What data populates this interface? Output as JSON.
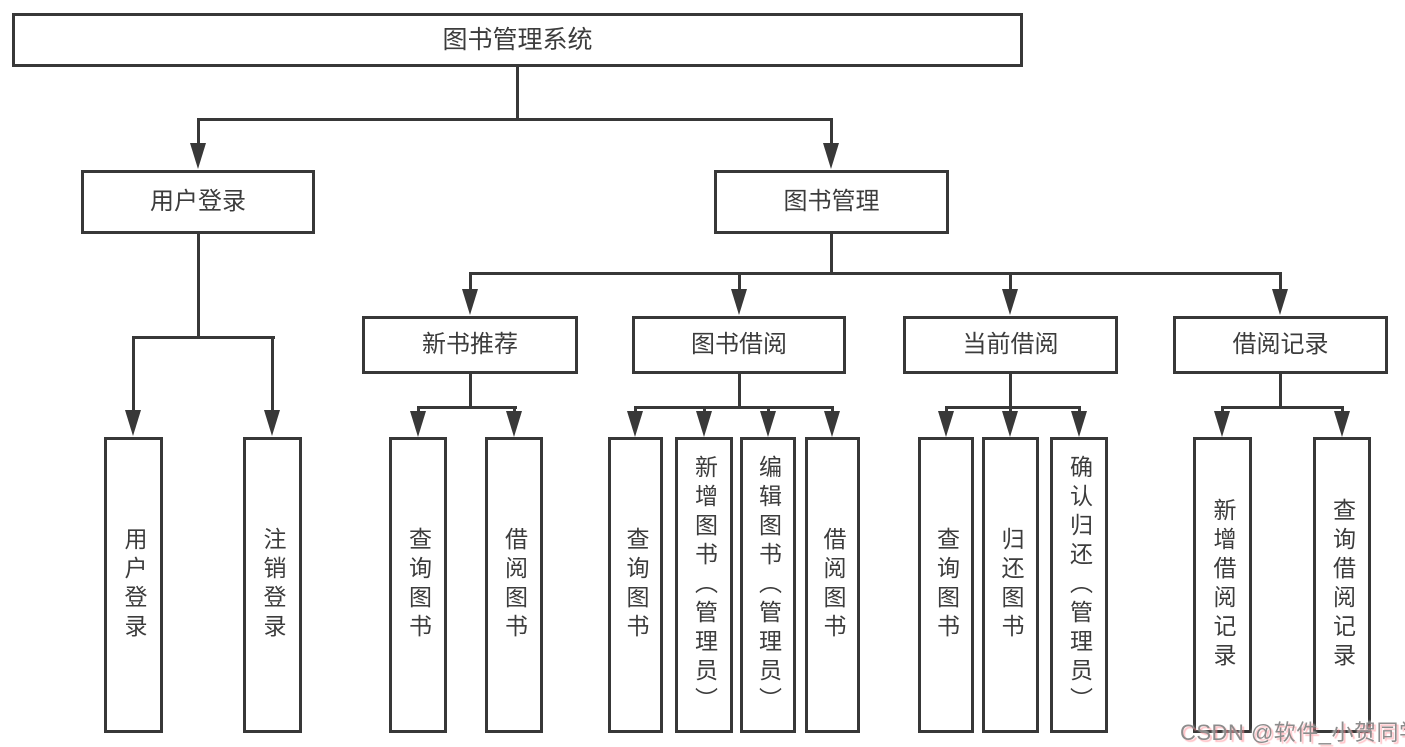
{
  "colors": {
    "line": "#383838",
    "box_background": "#ffffff",
    "text": "#3c3c3c",
    "watermark_text": "#8c8c8c",
    "watermark_accent": "#ff8c96"
  },
  "tree": {
    "label": "图书管理系统",
    "children": [
      {
        "label": "用户登录",
        "children": [
          {
            "label": "用户登录"
          },
          {
            "label": "注销登录"
          }
        ]
      },
      {
        "label": "图书管理",
        "children": [
          {
            "label": "新书推荐",
            "children": [
              {
                "label": "查询图书"
              },
              {
                "label": "借阅图书"
              }
            ]
          },
          {
            "label": "图书借阅",
            "children": [
              {
                "label": "查询图书"
              },
              {
                "label": "新增图书（管理员）"
              },
              {
                "label": "编辑图书（管理员）"
              },
              {
                "label": "借阅图书"
              }
            ]
          },
          {
            "label": "当前借阅",
            "children": [
              {
                "label": "查询图书"
              },
              {
                "label": "归还图书"
              },
              {
                "label": "确认归还（管理员）"
              }
            ]
          },
          {
            "label": "借阅记录",
            "children": [
              {
                "label": "新增借阅记录"
              },
              {
                "label": "查询借阅记录"
              }
            ]
          }
        ]
      }
    ]
  },
  "watermark": {
    "text": "CSDN @软件_小贺同学"
  }
}
